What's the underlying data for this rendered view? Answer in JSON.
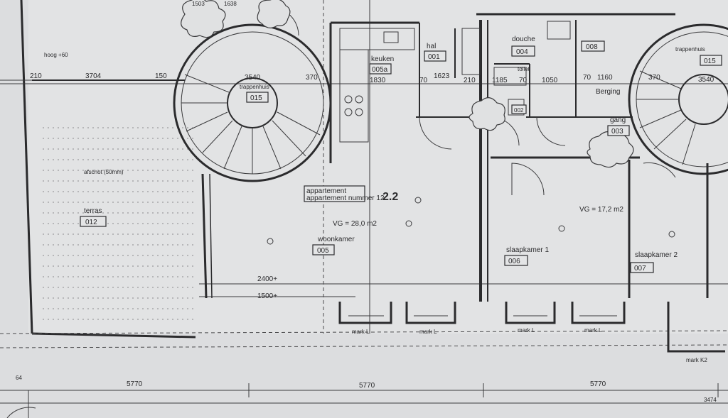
{
  "plan": {
    "unit_title": "appartement nummer 12",
    "unit_code": "2.2",
    "rooms": [
      {
        "id": "terras",
        "label": "terras",
        "number": "012"
      },
      {
        "id": "woonkamer",
        "label": "woonkamer",
        "number": "005",
        "area": "VG = 28,0 m2"
      },
      {
        "id": "keuken",
        "label": "keuken",
        "number": "005a"
      },
      {
        "id": "hal",
        "label": "hal",
        "number": "001"
      },
      {
        "id": "douche",
        "label": "douche",
        "number": "004"
      },
      {
        "id": "berging",
        "label": "Berging",
        "number": "008"
      },
      {
        "id": "gang",
        "label": "gang",
        "number": "003"
      },
      {
        "id": "sk1",
        "label": "slaapkamer 1",
        "number": "006",
        "area": "VG = 17,2 m2"
      },
      {
        "id": "sk2",
        "label": "slaapkamer 2",
        "number": "007"
      },
      {
        "id": "trap1",
        "label": "trappenhuis",
        "number": "015"
      },
      {
        "id": "trap2",
        "label": "trappenhuis",
        "number": "015"
      },
      {
        "id": "toilet",
        "label": "toilet",
        "number": "002"
      }
    ],
    "dimensions": {
      "d210": "210",
      "d3704": "3704",
      "d150": "150",
      "d3540": "3540",
      "d370a": "370",
      "d1830": "1830",
      "d70a": "70",
      "d1623": "1623",
      "d210b": "210",
      "d1185": "1185",
      "d70b": "70",
      "d1050": "1050",
      "d70c": "70",
      "d1160": "1160",
      "d370b": "370",
      "d3540b": "3540",
      "d2400": "2400+",
      "d1500": "1500+",
      "d5770a": "5770",
      "d5770b": "5770",
      "d5770c": "5770",
      "d64": "64",
      "d3474": "3474",
      "d1503": "1503",
      "d1638": "1638"
    },
    "notes": {
      "afschot": "afschot (50mm)",
      "hoog": "hoog +60",
      "mark_a": "mark L",
      "mark_b": "mark L",
      "mark_c": "mark L",
      "mark_d": "mark L",
      "mark_e": "mark K2"
    }
  }
}
